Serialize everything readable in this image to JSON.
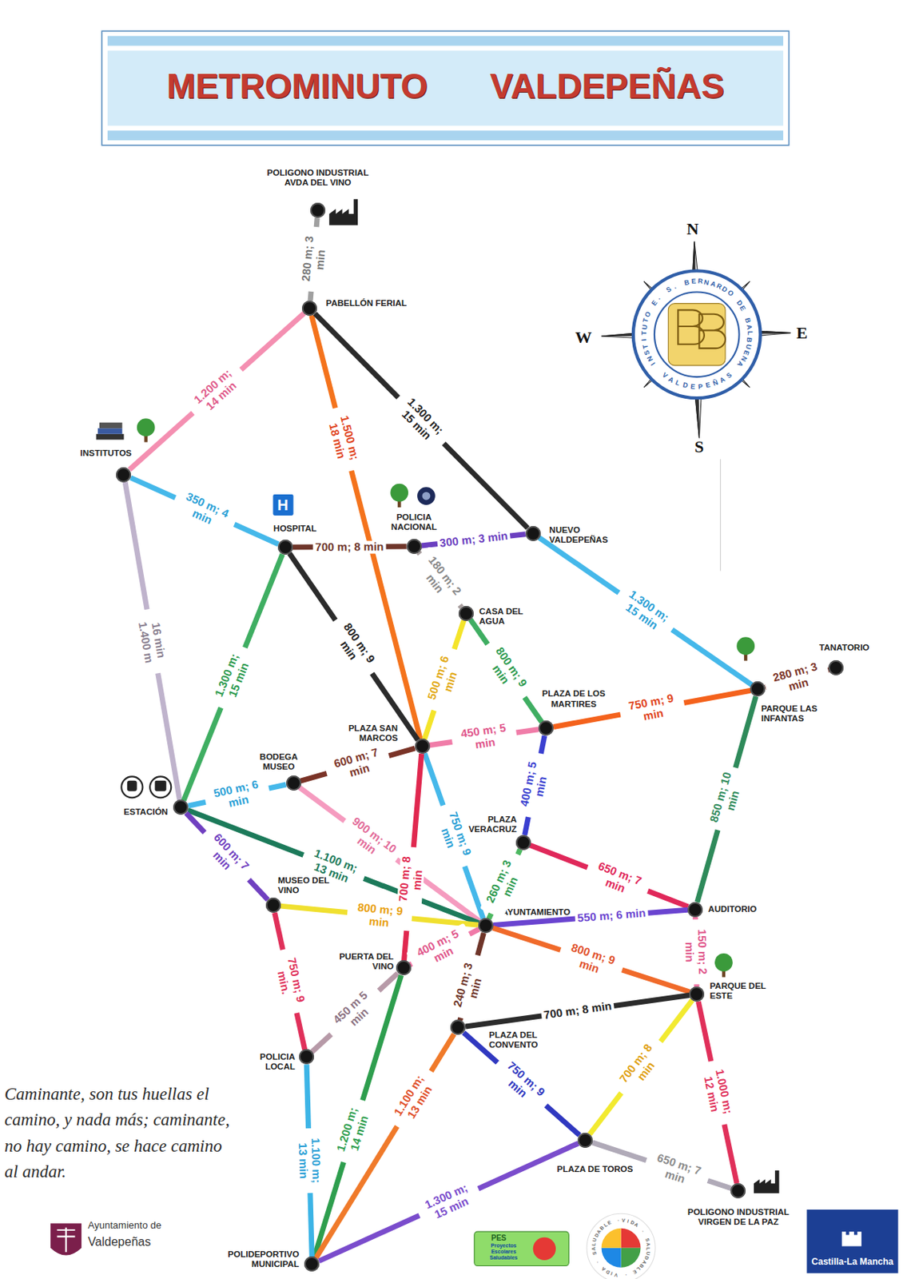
{
  "diagram": {
    "title": "METROMINUTO VALDEPEÑAS",
    "nodes": [
      {
        "text": [
          "POLIGONO INDUSTRIAL AVDA DEL VINO"
        ]
      },
      {
        "text": [
          "PABELLÓN FERIAL"
        ]
      },
      {
        "text": [
          "INSTITUTOS"
        ]
      },
      {
        "text": [
          "HOSPITAL"
        ]
      },
      {
        "text": [
          "POLICIA NACIONAL"
        ]
      },
      {
        "text": [
          "NUEVO VALDEPEÑAS"
        ]
      },
      {
        "text": [
          "CASA DEL AGUA"
        ]
      },
      {
        "text": [
          "TANATORIO"
        ]
      },
      {
        "text": [
          "PARQUE LAS INFANTAS"
        ]
      },
      {
        "text": [
          "PLAZA DE LOS MARTIRES"
        ]
      },
      {
        "text": [
          "PLAZA SAN MARCOS"
        ]
      },
      {
        "text": [
          "BODEGA MUSEO"
        ]
      },
      {
        "text": [
          "ESTACIÓN"
        ]
      },
      {
        "text": [
          "PLAZA VERACRUZ"
        ]
      },
      {
        "text": [
          "MUSEO DEL VINO"
        ]
      },
      {
        "text": [
          "AYUNTAMIENTO"
        ]
      },
      {
        "text": [
          "AUDITORIO"
        ]
      },
      {
        "text": [
          "PUERTA DEL VINO"
        ]
      },
      {
        "text": [
          "PARQUE DEL ESTE"
        ]
      },
      {
        "text": [
          "PLAZA DEL CONVENTO"
        ]
      },
      {
        "text": [
          "POLICIA LOCAL"
        ]
      },
      {
        "text": [
          "PLAZA DE TOROS"
        ]
      },
      {
        "text": [
          "POLIGONO INDUSTRIAL VIRGEN DE LA PAZ"
        ]
      },
      {
        "text": [
          "POLIDEPORTIVO MUNICIPAL"
        ]
      }
    ],
    "edges": [
      {
        "from": 0,
        "to": 1,
        "arrow": "none",
        "label": "280 m; 3 min"
      },
      {
        "from": 1,
        "to": 2,
        "arrow": "none",
        "label": "1.200 m; 14 min"
      },
      {
        "from": 1,
        "to": 10,
        "arrow": "none",
        "label": "1.500 m; 18 min"
      },
      {
        "from": 1,
        "to": 5,
        "arrow": "none",
        "label": "1.300 m; 15 min"
      },
      {
        "from": 2,
        "to": 3,
        "arrow": "none",
        "label": "350 m; 4 min"
      },
      {
        "from": 2,
        "to": 12,
        "arrow": "none",
        "label": "16 min 1.400 m"
      },
      {
        "from": 3,
        "to": 4,
        "arrow": "none",
        "label": "700 m; 8 min"
      },
      {
        "from": 4,
        "to": 5,
        "arrow": "none",
        "label": "300 m; 3 min"
      },
      {
        "from": 4,
        "to": 6,
        "arrow": "none",
        "label": "180 m; 2 min"
      },
      {
        "from": 3,
        "to": 10,
        "arrow": "none",
        "label": "800 m; 9 min"
      },
      {
        "from": 3,
        "to": 12,
        "arrow": "none",
        "label": "1.300 m; 15 min"
      },
      {
        "from": 5,
        "to": 8,
        "arrow": "none",
        "label": "1.300 m; 15 min"
      },
      {
        "from": 6,
        "to": 10,
        "arrow": "none",
        "label": "500 m; 6 min"
      },
      {
        "from": 6,
        "to": 9,
        "arrow": "none",
        "label": "800 m; 9 min"
      },
      {
        "from": 8,
        "to": 7,
        "arrow": "none",
        "label": "280 m; 3 min"
      },
      {
        "from": 9,
        "to": 8,
        "arrow": "none",
        "label": "750 m; 9 min"
      },
      {
        "from": 10,
        "to": 9,
        "arrow": "none",
        "label": "450 m; 5 min"
      },
      {
        "from": 10,
        "to": 11,
        "arrow": "none",
        "label": "600 m; 7 min"
      },
      {
        "from": 11,
        "to": 12,
        "arrow": "none",
        "label": "500 m; 6 min"
      },
      {
        "from": 11,
        "to": 15,
        "arrow": "none",
        "label": "900 m; 10 min"
      },
      {
        "from": 10,
        "to": 15,
        "arrow": "none",
        "label": "750 m; 9 min"
      },
      {
        "from": 10,
        "to": 17,
        "arrow": "none",
        "label": "700 m; 8 min"
      },
      {
        "from": 9,
        "to": 13,
        "arrow": "none",
        "label": "400 m; 5 min"
      },
      {
        "from": 13,
        "to": 15,
        "arrow": "none",
        "label": "260 m; 3 min"
      },
      {
        "from": 13,
        "to": 16,
        "arrow": "none",
        "label": "650 m; 7 min"
      },
      {
        "from": 8,
        "to": 16,
        "arrow": "none",
        "label": "850 m; 10 min"
      },
      {
        "from": 12,
        "to": 15,
        "arrow": "none",
        "label": "1.100 m; 13 min"
      },
      {
        "from": 12,
        "to": 14,
        "arrow": "none",
        "label": "600 m; 7 min"
      },
      {
        "from": 14,
        "to": 15,
        "arrow": "none",
        "label": "800 m; 9 min"
      },
      {
        "from": 15,
        "to": 16,
        "arrow": "none",
        "label": "550 m; 6 min"
      },
      {
        "from": 15,
        "to": 18,
        "arrow": "none",
        "label": "800 m; 9 min"
      },
      {
        "from": 16,
        "to": 18,
        "arrow": "none",
        "label": "150 m; 2 min"
      },
      {
        "from": 15,
        "to": 17,
        "arrow": "none",
        "label": "400 m; 5 min"
      },
      {
        "from": 15,
        "to": 19,
        "arrow": "none",
        "label": "240 m; 3 min"
      },
      {
        "from": 19,
        "to": 18,
        "arrow": "none",
        "label": "700 m; 8 min"
      },
      {
        "from": 14,
        "to": 20,
        "arrow": "none",
        "label": "750 m; 9 min."
      },
      {
        "from": 17,
        "to": 20,
        "arrow": "none",
        "label": "450 m 5 min"
      },
      {
        "from": 17,
        "to": 23,
        "arrow": "none",
        "label": "1.200 m; 14 min"
      },
      {
        "from": 19,
        "to": 23,
        "arrow": "none",
        "label": "1.100 m; 13 min"
      },
      {
        "from": 19,
        "to": 21,
        "arrow": "none",
        "label": "750 m; 9 min"
      },
      {
        "from": 18,
        "to": 21,
        "arrow": "none",
        "label": "700 m; 8 min"
      },
      {
        "from": 18,
        "to": 22,
        "arrow": "none",
        "label": "1.000 m; 12 min"
      },
      {
        "from": 21,
        "to": 22,
        "arrow": "none",
        "label": "650 m; 7 min"
      },
      {
        "from": 20,
        "to": 23,
        "arrow": "none",
        "label": "1.100 m; 13 min"
      },
      {
        "from": 21,
        "to": 23,
        "arrow": "none",
        "label": "1.300 m; 15 min"
      }
    ],
    "labels": [
      "N",
      "S",
      "E",
      "W",
      "INSTITUTO E. S. BERNARDO DE BALBUENA",
      "VALDEPEÑAS",
      "Caminante, son tus huellas el camino, y nada más; caminante, no hay camino, se hace camino al andar.",
      "Ayuntamiento de",
      "Valdepeñas",
      "PES",
      "Proyectos Escolares Saludables",
      "VIDA · SALUDABLE · VIDA · SALUDABLE ·",
      "Castilla-La Mancha",
      "H"
    ]
  }
}
